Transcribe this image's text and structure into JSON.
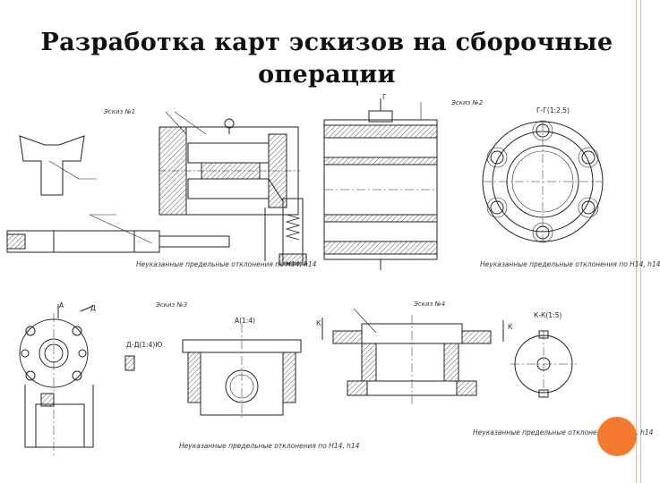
{
  "slide": {
    "title": "Разработка карт эскизов на сборочные операции",
    "accent_color": "#f47a30",
    "border_color": "#e8b7a4"
  },
  "sketches": [
    {
      "label": "Эскиз №1",
      "note": "Неуказанные предельные отклонения по H14, h14"
    },
    {
      "label": "Эскиз №2",
      "view": "Г-Г(1:2,5)",
      "section_mark": "Г",
      "note": "Неуказанные предельные отклонения по H14, h14"
    },
    {
      "label": "Эскиз №3",
      "view_a": "А(1:4)",
      "view_d": "Д-Д(1:4)Ю",
      "mark_a": "А",
      "mark_d": "Д",
      "note": "Неуказанные предельные отклонения по H14, h14"
    },
    {
      "label": "Эскиз №4",
      "view": "К-К(1:5)",
      "mark_k": "К",
      "note": "Неуказанные предельные отклонения по H14, h14"
    }
  ]
}
